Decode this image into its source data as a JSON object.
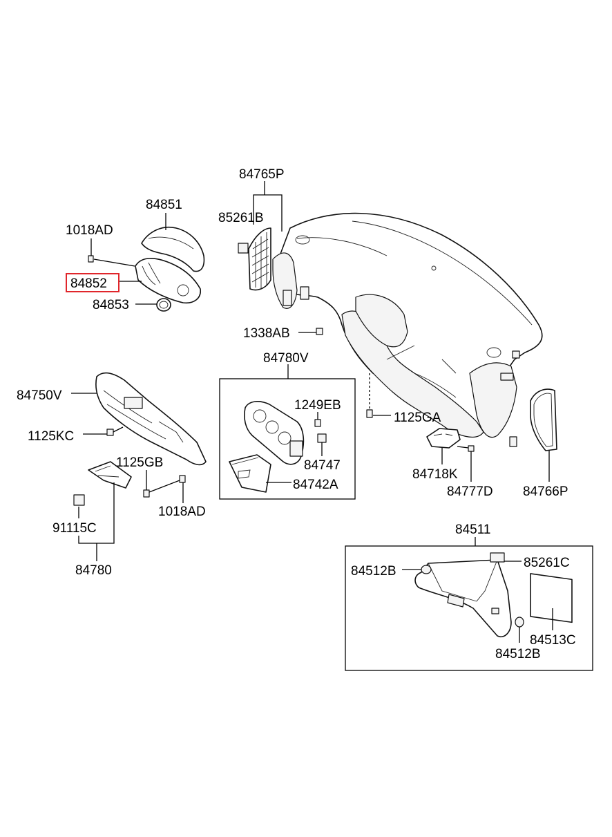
{
  "labels": {
    "p84765P": "84765P",
    "p85261B": "85261B",
    "p84851": "84851",
    "p1018AD_top": "1018AD",
    "p84852": "84852",
    "p84853": "84853",
    "p1338AB": "1338AB",
    "p84780V": "84780V",
    "p1249EB": "1249EB",
    "p84747": "84747",
    "p84742A": "84742A",
    "p84750V": "84750V",
    "p1125KC": "1125KC",
    "p1125GB": "1125GB",
    "p1018AD_bottom": "1018AD",
    "p91115C": "91115C",
    "p84780": "84780",
    "p1125GA": "1125GA",
    "p84718K": "84718K",
    "p84777D": "84777D",
    "p84766P": "84766P",
    "p84511": "84511",
    "p84512B_left": "84512B",
    "p85261C": "85261C",
    "p84513C": "84513C",
    "p84512B_bottom": "84512B"
  },
  "highlight": {
    "part": "84852",
    "color": "#e0262b"
  }
}
